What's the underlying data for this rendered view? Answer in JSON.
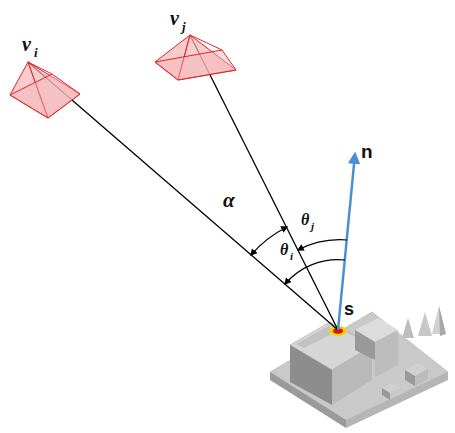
{
  "diagram": {
    "labels": [
      "v",
      "i",
      "v",
      "j",
      "n",
      "α",
      "θ",
      "j",
      "θ",
      "i",
      "s"
    ]
  }
}
